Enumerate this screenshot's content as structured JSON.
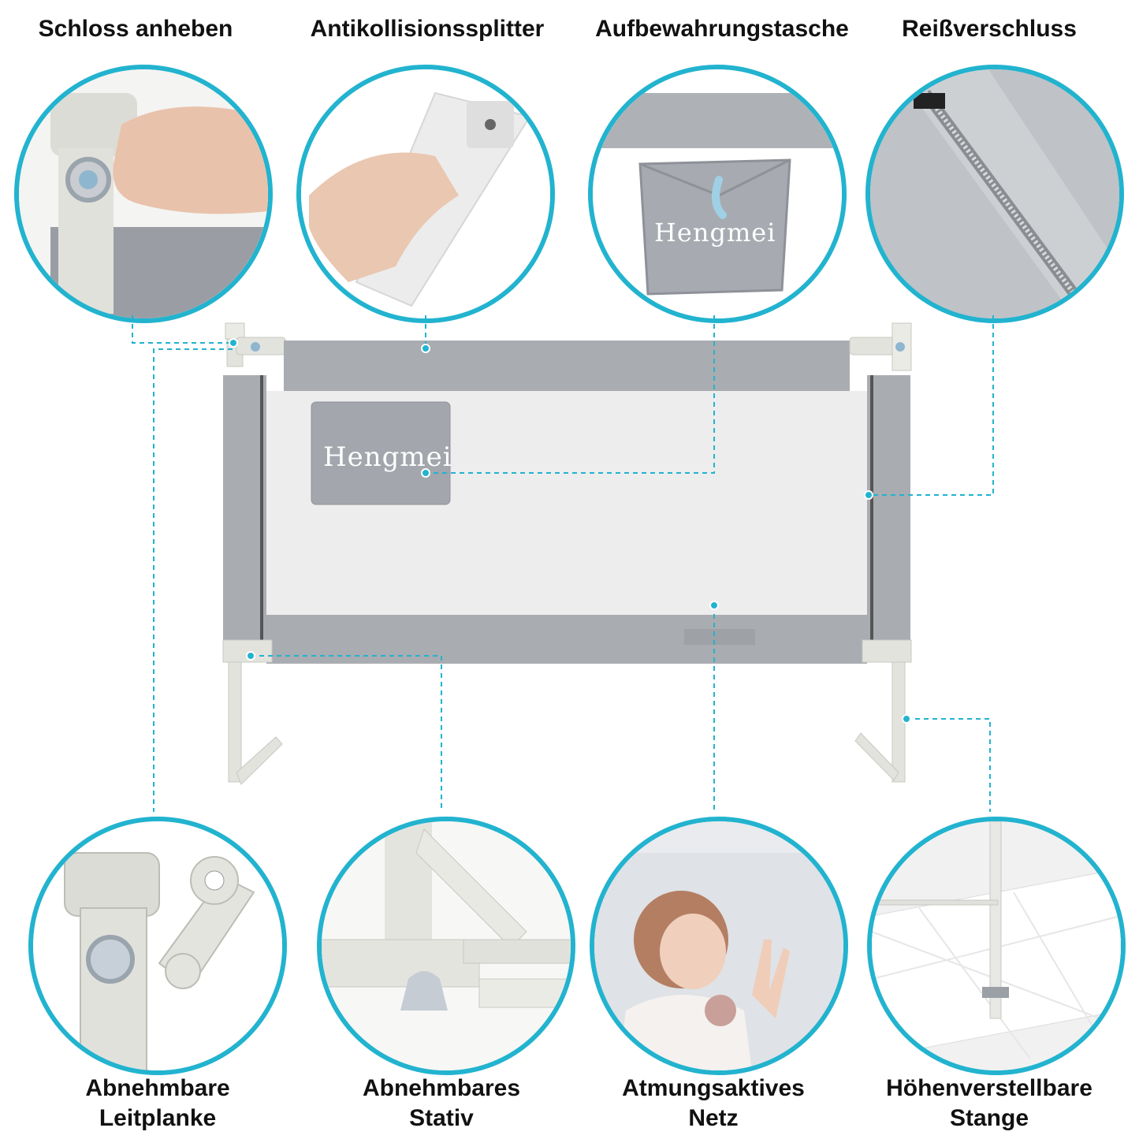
{
  "labels": {
    "top": [
      "Schloss anheben",
      "Antikollisionssplitter",
      "Aufbewahrungstasche",
      "Reißverschluss"
    ],
    "bottom": [
      [
        "Abnehmbare",
        "Leitplanke"
      ],
      [
        "Abnehmbares",
        "Stativ"
      ],
      [
        "Atmungsaktives",
        "Netz"
      ],
      [
        "Höhenverstellbare",
        "Stange"
      ]
    ]
  },
  "brand": "Hengmei",
  "colors": {
    "accent": "#22b3cf",
    "fabric": "#a9acb1",
    "mesh": "#ededed",
    "frame": "#e3e3de"
  },
  "icons": [
    "hand-lock-icon",
    "foam-padding-icon",
    "storage-pocket-icon",
    "zipper-icon",
    "guardrail-joint-icon",
    "stand-hinge-icon",
    "child-mesh-icon",
    "height-pole-icon"
  ]
}
